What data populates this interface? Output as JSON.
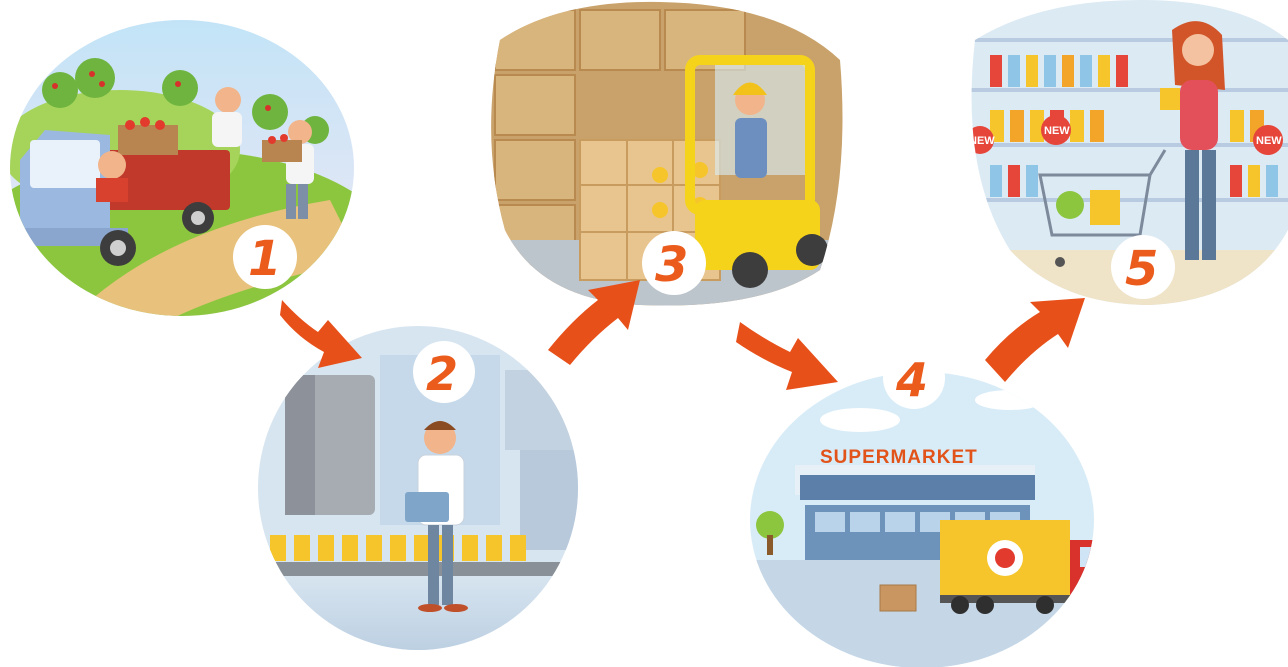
{
  "steps": [
    {
      "number": "1"
    },
    {
      "number": "2"
    },
    {
      "number": "3"
    },
    {
      "number": "4",
      "sign": "SUPERMARKET"
    },
    {
      "number": "5",
      "badges": [
        "NEW",
        "NEW",
        "NEW"
      ]
    }
  ],
  "colors": {
    "accent": "#ea5b1c",
    "sky": "#cfe9f8",
    "grass": "#8cc63f",
    "truck_blue": "#9bb8e0",
    "forklift_yellow": "#f5d31b",
    "box_tan": "#e8c58f",
    "shelf_blue": "#dceaf4"
  },
  "icons": [
    "truck-icon",
    "apple-tree-icon",
    "conveyor-icon",
    "forklift-icon",
    "supermarket-building-icon",
    "delivery-truck-icon",
    "shopping-cart-icon",
    "arrow-icon"
  ]
}
